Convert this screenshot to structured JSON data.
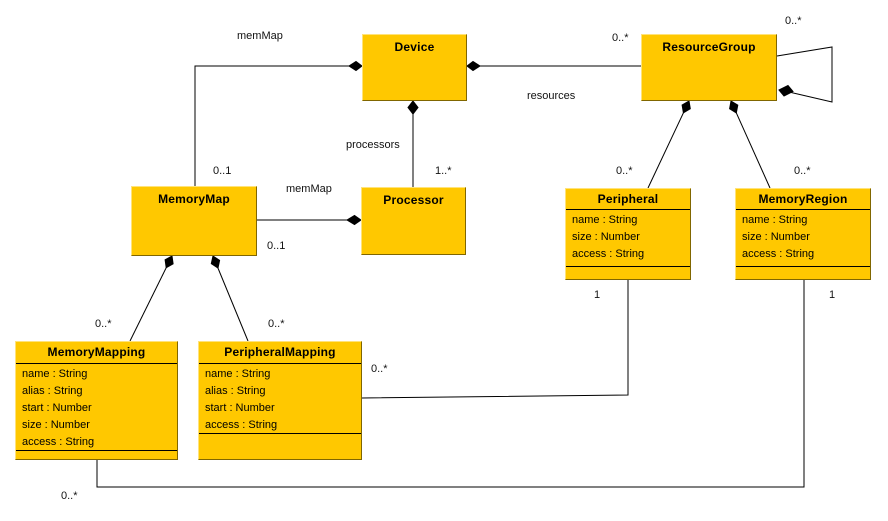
{
  "diagram": {
    "kind": "uml-class-diagram",
    "background": "#ffffff"
  },
  "colors": {
    "class_fill": "#FFC800",
    "class_border_dark": "#806600",
    "class_border_light": "#FFE37A",
    "compartment_separator": "#000000",
    "connector": "#000000",
    "text": "#000000"
  },
  "classes": {
    "device": {
      "name": "Device",
      "attributes": []
    },
    "resource_group": {
      "name": "ResourceGroup",
      "attributes": []
    },
    "memory_map": {
      "name": "MemoryMap",
      "attributes": []
    },
    "processor": {
      "name": "Processor",
      "attributes": []
    },
    "peripheral": {
      "name": "Peripheral",
      "attributes": [
        "name : String",
        "size : Number",
        "access : String"
      ]
    },
    "memory_region": {
      "name": "MemoryRegion",
      "attributes": [
        "name : String",
        "size : Number",
        "access : String"
      ]
    },
    "memory_mapping": {
      "name": "MemoryMapping",
      "attributes": [
        "name : String",
        "alias : String",
        "start : Number",
        "size : Number",
        "access : String"
      ]
    },
    "peripheral_mapping": {
      "name": "PeripheralMapping",
      "attributes": [
        "name : String",
        "alias : String",
        "start : Number",
        "access : String"
      ]
    }
  },
  "edge_labels": {
    "device_memorymap_role": "memMap",
    "processor_memorymap_role": "memMap",
    "device_processors_role": "processors",
    "device_resources_role": "resources"
  },
  "multiplicities": {
    "memorymap_on_device": "0..1",
    "memorymap_on_processor": "0..1",
    "processors_on_device": "1..*",
    "resourcegroup_on_device": "0..*",
    "resourcegroup_self": "0..*",
    "peripheral_on_resourcegroup": "0..*",
    "memoryregion_on_resourcegroup": "0..*",
    "memorymapping_on_memorymap": "0..*",
    "peripheralmapping_on_memorymap": "0..*",
    "peripheralmapping_to_peripheral": "0..*",
    "peripheral_end": "1",
    "memoryregion_end": "1",
    "memorymapping_to_memoryregion": "0..*"
  }
}
